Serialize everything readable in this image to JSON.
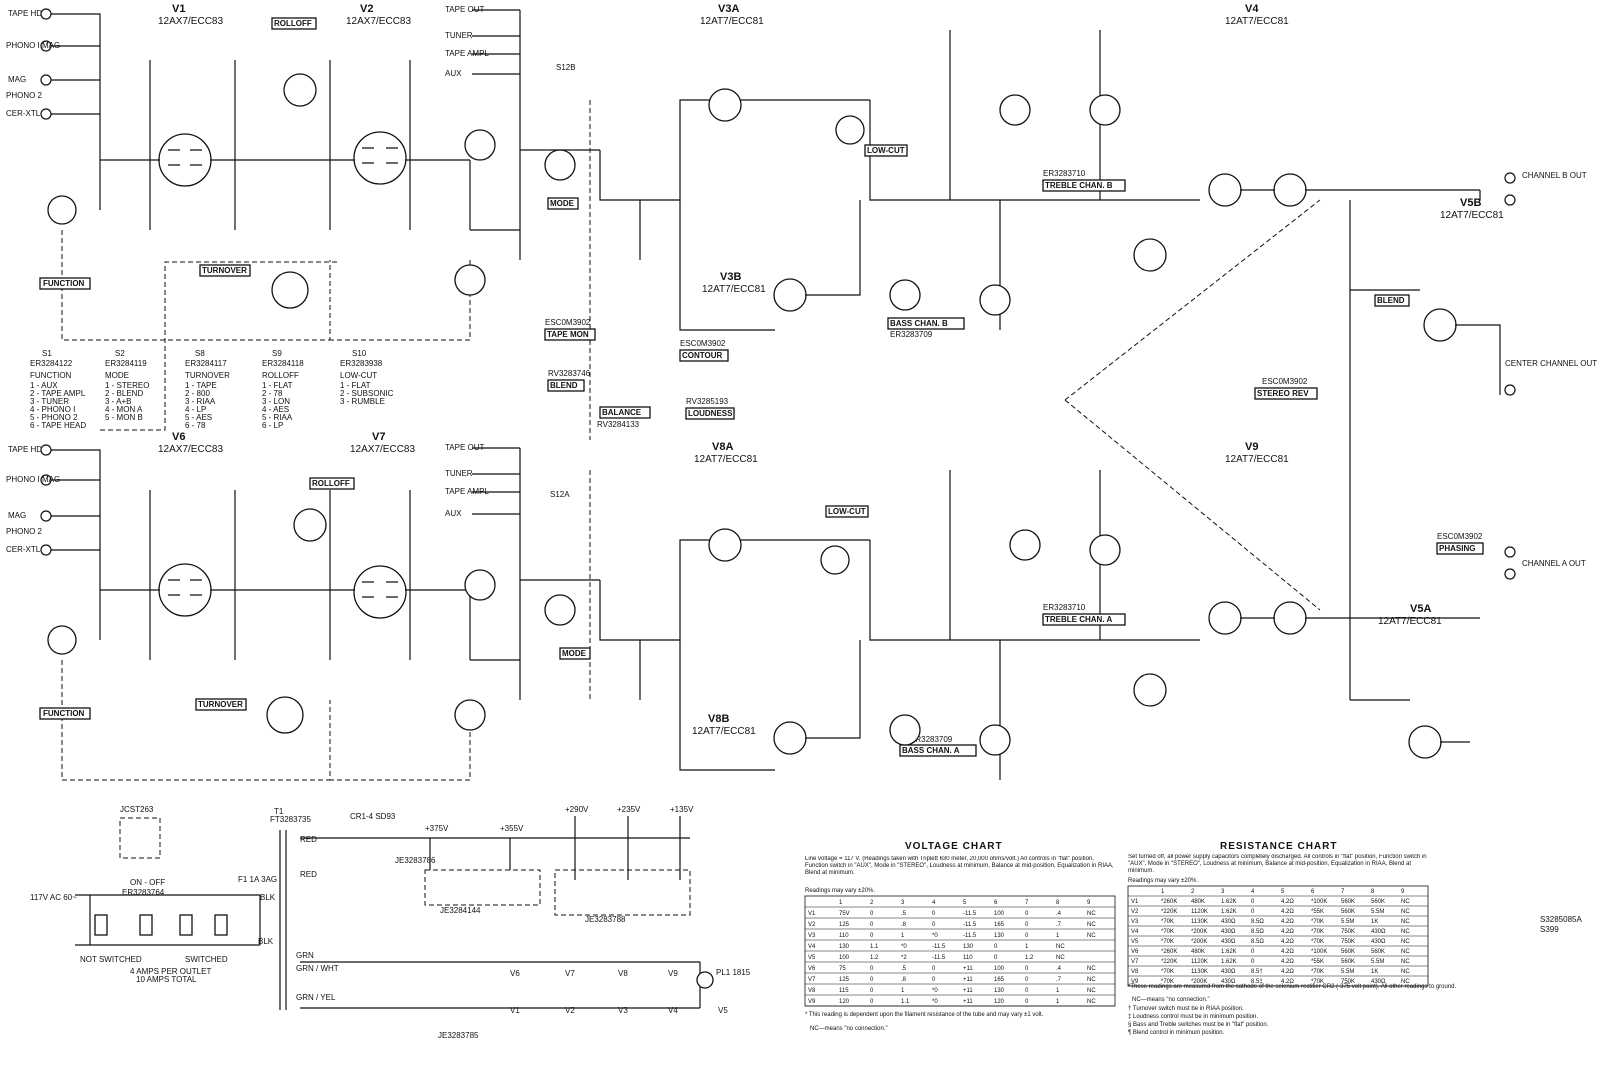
{
  "tubes": [
    {
      "name": "V1",
      "type": "12AX7/ECC83"
    },
    {
      "name": "V2",
      "type": "12AX7/ECC83"
    },
    {
      "name": "V3A",
      "type": "12AT7/ECC81"
    },
    {
      "name": "V4",
      "type": "12AT7/ECC81"
    },
    {
      "name": "V3B",
      "type": "12AT7/ECC81"
    },
    {
      "name": "V5B",
      "type": "12AT7/ECC81"
    },
    {
      "name": "V6",
      "type": "12AX7/ECC83"
    },
    {
      "name": "V7",
      "type": "12AX7/ECC83"
    },
    {
      "name": "V8A",
      "type": "12AT7/ECC81"
    },
    {
      "name": "V9",
      "type": "12AT7/ECC81"
    },
    {
      "name": "V8B",
      "type": "12AT7/ECC81"
    },
    {
      "name": "V5A",
      "type": "12AT7/ECC81"
    }
  ],
  "boxes": {
    "function_top": "FUNCTION",
    "function_bottom": "FUNCTION",
    "turnover_top": "TURNOVER",
    "turnover_bottom": "TURNOVER",
    "rolloff_top": "ROLLOFF",
    "rolloff_bottom": "ROLLOFF",
    "mode_top": "MODE",
    "mode_bottom": "MODE",
    "tape_mon": "TAPE MON",
    "contour": "CONTOUR",
    "blend_left": "BLEND",
    "blend_right": "BLEND",
    "balance": "BALANCE",
    "loudness": "LOUDNESS",
    "low_cut_top": "LOW-CUT",
    "low_cut_bottom": "LOW-CUT",
    "treble_b": "TREBLE CHAN. B",
    "treble_a": "TREBLE CHAN. A",
    "bass_b": "BASS CHAN. B",
    "bass_a": "BASS CHAN. A",
    "stereo_rev": "STEREO REV",
    "phasing": "PHASING"
  },
  "inputs_top": [
    "TAPE HD",
    "PHONO I MAG",
    "MAG",
    "PHONO 2",
    "CER-XTL"
  ],
  "inputs_bottom": [
    "TAPE HD",
    "PHONO I MAG",
    "MAG",
    "PHONO 2",
    "CER-XTL"
  ],
  "tape_jacks_top": [
    "TAPE OUT",
    "TUNER",
    "TAPE AMPL",
    "AUX"
  ],
  "tape_jacks_bottom": [
    "TAPE OUT",
    "TUNER",
    "TAPE AMPL",
    "AUX"
  ],
  "outputs": {
    "ch_b": "CHANNEL B OUT",
    "center": "CENTER CHANNEL OUT",
    "ch_a": "CHANNEL A OUT"
  },
  "switch_legend": {
    "s1": {
      "head": "S1",
      "part": "ER3284122",
      "title": "FUNCTION",
      "items": [
        "1 - AUX",
        "2 - TAPE AMPL",
        "3 - TUNER",
        "4 - PHONO I",
        "5 - PHONO 2",
        "6 - TAPE HEAD"
      ]
    },
    "s2": {
      "head": "S2",
      "part": "ER3284119",
      "title": "MODE",
      "items": [
        "1 - STEREO",
        "2 - BLEND",
        "3 - A+B",
        "4 - MON A",
        "5 - MON B"
      ]
    },
    "s8": {
      "head": "S8",
      "part": "ER3284117",
      "title": "TURNOVER",
      "items": [
        "1 - TAPE",
        "2 - 800",
        "3 - RIAA",
        "4 - LP",
        "5 - AES",
        "6 - 78"
      ]
    },
    "s9": {
      "head": "S9",
      "part": "ER3284118",
      "title": "ROLLOFF",
      "items": [
        "1 - FLAT",
        "2 - 78",
        "3 - LON",
        "4 - AES",
        "5 - RIAA",
        "6 - LP"
      ]
    },
    "s10": {
      "head": "S10",
      "part": "ER3283938",
      "title": "LOW-CUT",
      "items": [
        "1 - FLAT",
        "2 - SUBSONIC",
        "3 - RUMBLE"
      ]
    }
  },
  "parts": {
    "esc_tapemon": "ESC0M3902",
    "esc_contour": "ESC0M3902",
    "rv_blend": "RV3283746",
    "rv_balance": "RV3284133",
    "rv_loudness": "RV3285193",
    "esc_stereo": "ESC0M3902",
    "esc_phasing": "ESC0M3902",
    "er_treble_b": "ER3283710",
    "er_treble_a": "ER3283710",
    "er_bass_b": "ER3283709",
    "er_bass_a": "ER3283709",
    "s12a": "S12A",
    "s12b": "S12B"
  },
  "power_supply": {
    "jcst": "JCST263",
    "on_off": "ON - OFF",
    "s15_part": "ER3283764",
    "ac": "117V AC 60~",
    "not_switched": "NOT SWITCHED",
    "switched": "SWITCHED",
    "amps": "4 AMPS PER OUTLET",
    "amps2": "10 AMPS TOTAL",
    "transformer": "T1",
    "transformer_part": "FT3283735",
    "fuse": "F1 1A 3AG",
    "rect": "CR1-4 SD93",
    "rails": [
      "+375V",
      "+355V",
      "+290V",
      "+235V",
      "+135V"
    ],
    "cap_block1": "JE3283786",
    "cap_block2": "JE3284144",
    "cap_block3": "JE3283788",
    "filament_cap": "JE3283785",
    "pilot": "PL1 1815",
    "wires": [
      "RED",
      "RED",
      "BLK",
      "BLK",
      "GRN",
      "GRN / WHT",
      "GRN / YEL"
    ],
    "filaments": [
      "V6",
      "V7",
      "V8",
      "V9",
      "V1",
      "V2",
      "V3",
      "V4",
      "V5"
    ]
  },
  "voltage_chart": {
    "title": "VOLTAGE CHART",
    "intro": "Line voltage = 117 V. (Readings taken with Triplett 630 meter, 20,000 ohms/volt.) All controls in \"flat\" position, Function switch in \"AUX\", Mode in \"STEREO\", Loudness at minimum, Balance at mid-position, Equalization in RIAA, Blend at minimum.",
    "vary": "Readings may vary ±20%.",
    "columns": [
      "",
      "1",
      "2",
      "3",
      "4",
      "5",
      "6",
      "7",
      "8",
      "9"
    ],
    "rows": [
      [
        "V1",
        "75V",
        "0",
        ".5",
        "0",
        "-11.5",
        "100",
        "0",
        ".4",
        "NC"
      ],
      [
        "V2",
        "125",
        "0",
        ".8",
        "0",
        "-11.5",
        "165",
        "0",
        ".7",
        "NC"
      ],
      [
        "V3",
        "110",
        "0",
        "1",
        "*0",
        "-11.5",
        "130",
        "0",
        "1",
        "NC"
      ],
      [
        "V4",
        "130",
        "1.1",
        "*0",
        "-11.5",
        "130",
        "0",
        "1",
        "NC",
        ""
      ],
      [
        "V5",
        "100",
        "1.2",
        "*2",
        "-11.5",
        "110",
        "0",
        "1.2",
        "NC",
        ""
      ],
      [
        "V6",
        "75",
        "0",
        ".5",
        "0",
        "+11",
        "100",
        "0",
        ".4",
        "NC"
      ],
      [
        "V7",
        "125",
        "0",
        ".8",
        "0",
        "+11",
        "165",
        "0",
        ".7",
        "NC"
      ],
      [
        "V8",
        "115",
        "0",
        "1",
        "*0",
        "+11",
        "130",
        "0",
        "1",
        "NC"
      ],
      [
        "V9",
        "120",
        "0",
        "1.1",
        "*0",
        "+11",
        "120",
        "0",
        "1",
        "NC"
      ]
    ],
    "note1": "* This reading is dependent upon the filament resistance of the tube and may vary ±1 volt.",
    "note2": "NC—means \"no connection.\""
  },
  "resistance_chart": {
    "title": "RESISTANCE CHART",
    "intro": "Set turned off, all power supply capacitors completely discharged. All controls in \"flat\" position, Function switch in \"AUX\", Mode in \"STEREO\", Loudness at minimum, Balance at mid-position, Equalization in RIAA, Blend at minimum.",
    "vary": "Readings may vary ±20%.",
    "columns": [
      "",
      "1",
      "2",
      "3",
      "4",
      "5",
      "6",
      "7",
      "8",
      "9"
    ],
    "rows": [
      [
        "V1",
        "*260K",
        "480K",
        "1.62K",
        "0",
        "4.2Ω",
        "*100K",
        "560K",
        "560K",
        "NC"
      ],
      [
        "V2",
        "*220K",
        "1120K",
        "1.62K",
        "0",
        "4.2Ω",
        "*55K",
        "560K",
        "5.5M",
        "NC"
      ],
      [
        "V3",
        "*70K",
        "1130K",
        "430Ω",
        "8.5Ω",
        "4.2Ω",
        "*70K",
        "5.5M",
        "1K",
        "NC"
      ],
      [
        "V4",
        "*70K",
        "*200K",
        "430Ω",
        "8.5Ω",
        "4.2Ω",
        "*70K",
        "750K",
        "430Ω",
        "NC"
      ],
      [
        "V5",
        "*70K",
        "*200K",
        "430Ω",
        "8.5Ω",
        "4.2Ω",
        "*70K",
        "750K",
        "430Ω",
        "NC"
      ],
      [
        "V6",
        "*260K",
        "480K",
        "1.62K",
        "0",
        "4.2Ω",
        "*100K",
        "560K",
        "560K",
        "NC"
      ],
      [
        "V7",
        "*220K",
        "1120K",
        "1.62K",
        "0",
        "4.2Ω",
        "*55K",
        "560K",
        "5.5M",
        "NC"
      ],
      [
        "V8",
        "*70K",
        "1130K",
        "430Ω",
        "8.5†",
        "4.2Ω",
        "*70K",
        "5.5M",
        "1K",
        "NC"
      ],
      [
        "V9",
        "*70K",
        "*200K",
        "430Ω",
        "8.5‡",
        "4.2Ω",
        "*70K",
        "750K",
        "430Ω",
        "NC"
      ]
    ],
    "notes": [
      "*These readings are measured from the cathode of the selenium rectifier CR2 (-375 volt point). All other readings to ground.",
      "NC—means \"no connection.\"",
      "† Turnover switch must be in RIAA position.",
      "‡ Loudness control must be in minimum position.",
      "§ Bass and Treble switches must be in \"flat\" position.",
      "¶ Blend control in minimum position."
    ]
  },
  "doc_number": "S3285085A",
  "doc_sub": "S399"
}
